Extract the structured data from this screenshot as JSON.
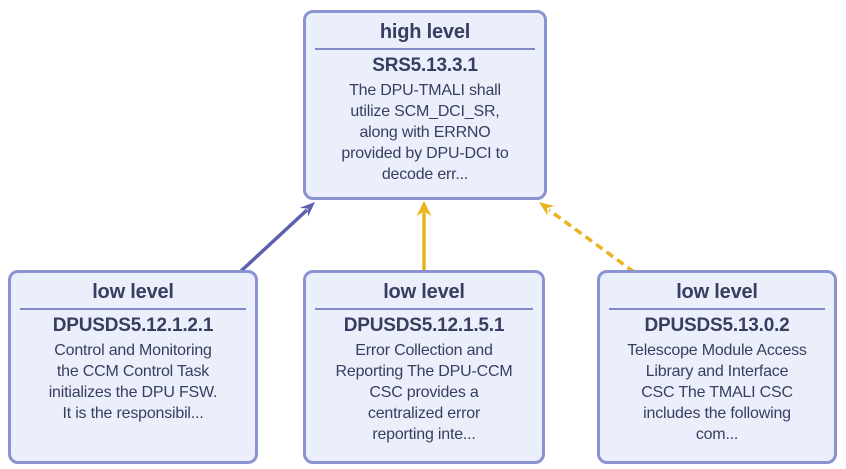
{
  "colors": {
    "node_border": "#8a93d1",
    "node_background": "#ebeefb",
    "node_text": "#383e5f",
    "divider": "#7f89c8",
    "arrow_purple": "#5c60ae",
    "arrow_yellow": "#e9b41f"
  },
  "nodes": {
    "high": {
      "level_label": "high level",
      "id": "SRS5.13.3.1",
      "text": "The DPU-TMALI shall\nutilize SCM_DCI_SR,\nalong with ERRNO\nprovided by DPU-DCI to\ndecode err..."
    },
    "low": [
      {
        "level_label": "low level",
        "id": "DPUSDS5.12.1.2.1",
        "text": "Control and Monitoring\nthe CCM Control Task\ninitializes the DPU FSW.\nIt is the responsibil..."
      },
      {
        "level_label": "low level",
        "id": "DPUSDS5.12.1.5.1",
        "text": "Error Collection and\nReporting The DPU-CCM\nCSC provides a\ncentralized error\nreporting inte..."
      },
      {
        "level_label": "low level",
        "id": "DPUSDS5.13.0.2",
        "text": "Telescope Module Access\nLibrary and Interface\nCSC The TMALI CSC\nincludes the following\ncom..."
      }
    ]
  },
  "edges": [
    {
      "from": "DPUSDS5.12.1.2.1",
      "to": "SRS5.13.3.1",
      "line_style": "solid",
      "color": "#5c60ae"
    },
    {
      "from": "DPUSDS5.12.1.5.1",
      "to": "SRS5.13.3.1",
      "line_style": "solid",
      "color": "#e9b41f"
    },
    {
      "from": "DPUSDS5.13.0.2",
      "to": "SRS5.13.3.1",
      "line_style": "dashed",
      "color": "#e9b41f"
    }
  ]
}
